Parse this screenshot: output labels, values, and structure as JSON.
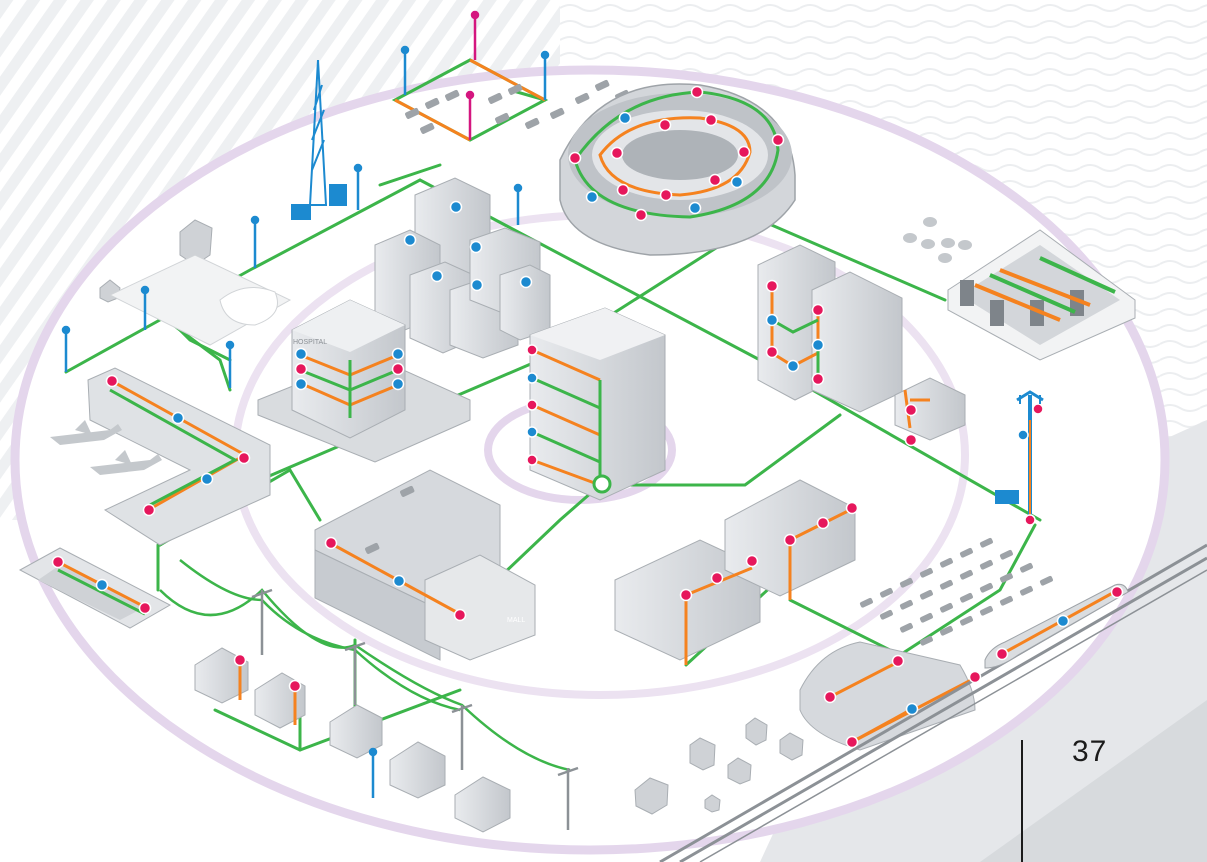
{
  "page": {
    "number": "37"
  },
  "diagram": {
    "labels": {
      "hospital_sign": "HOSPITAL",
      "mall_sign": "MALL"
    },
    "colors": {
      "fiber_green": "#3cb54a",
      "fiber_orange": "#f5821f",
      "node_magenta": "#e6175c",
      "node_blue": "#1c8ad0",
      "zone_lilac": "#e8dcee",
      "wifi_blue": "#1c8ad0",
      "wifi_magenta": "#d4167f",
      "building_grey": "#cfd2d6"
    },
    "icons": [
      "wifi-access-point-icon",
      "cell-tower-icon",
      "utility-pole-icon",
      "car-icon",
      "tree-icon",
      "satellite-dish-icon",
      "airplane-icon",
      "train-icon"
    ],
    "elements": [
      "stadium",
      "parking-lot",
      "office-towers",
      "apartment-blocks",
      "data-center",
      "radio-tower",
      "central-office-tower",
      "hospital",
      "airport-terminal",
      "train-station",
      "shopping-mall",
      "townhouses",
      "suburban-houses",
      "rail-depot",
      "commuter-train",
      "small-cell-tower",
      "residential-house",
      "park"
    ]
  }
}
